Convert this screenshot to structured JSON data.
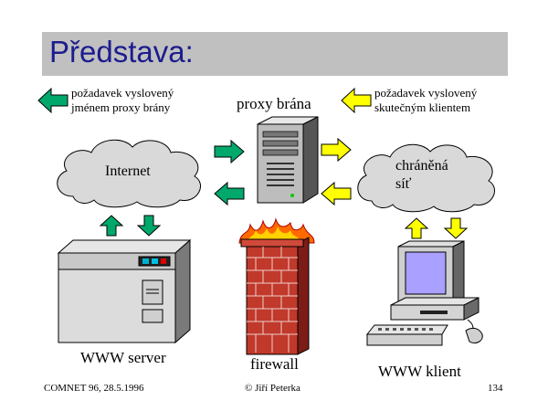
{
  "slide": {
    "title": "Představa:",
    "note_left": [
      "požadavek vyslovený",
      "jménem proxy brány"
    ],
    "note_right": [
      "požadavek vyslovený",
      "skutečným klientem"
    ],
    "proxy_label": "proxy brána",
    "internet_label": "Internet",
    "protected_label": [
      "chráněná",
      "síť"
    ],
    "server_label": "WWW server",
    "firewall_label": "firewall",
    "client_label": "WWW klient",
    "footer_left": "COMNET 96, 28.5.1996",
    "footer_center": "© Jiří Peterka",
    "footer_right": "134"
  },
  "colors": {
    "title": "#1c1c8f",
    "green_arrow": "#00a86b",
    "yellow_arrow": "#ffff00",
    "cloud": "#d9d9d9",
    "brick": "#c0392b",
    "monitor_screen": "#a9a0ff"
  }
}
